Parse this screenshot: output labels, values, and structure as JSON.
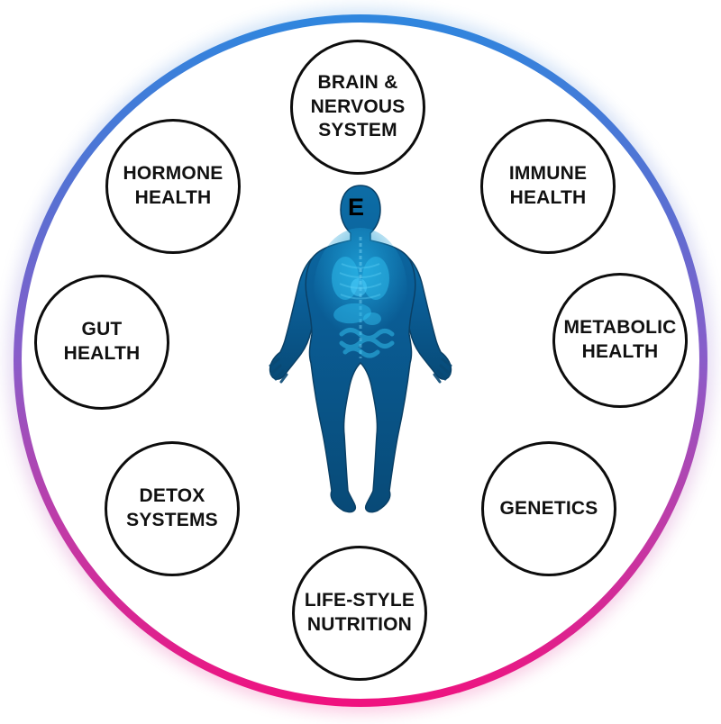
{
  "diagram": {
    "background_color": "#ffffff",
    "ring_colors": {
      "top": "#2E86DE",
      "middle": "#8A5CC9",
      "bottom": "#F0117E"
    },
    "node_style": {
      "border_color": "#0d0d0d",
      "fill": "#ffffff",
      "text_color": "#111111"
    },
    "center_figure": {
      "description": "human-body-xray",
      "overlay_letter": "E",
      "body_color": "#0A5A8C",
      "organ_color": "#2FC0F0"
    },
    "nodes": [
      {
        "id": "brain-nervous-system",
        "label": "BRAIN &\nNERVOUS\nSYSTEM"
      },
      {
        "id": "hormone-health",
        "label": "HORMONE\nHEALTH"
      },
      {
        "id": "immune-health",
        "label": "IMMUNE\nHEALTH"
      },
      {
        "id": "gut-health",
        "label": "GUT\nHEALTH"
      },
      {
        "id": "metabolic-health",
        "label": "METABOLIC\nHEALTH"
      },
      {
        "id": "detox-systems",
        "label": "DETOX\nSYSTEMS"
      },
      {
        "id": "genetics",
        "label": "GENETICS"
      },
      {
        "id": "life-style-nutrition",
        "label": "LIFE-STYLE\nNUTRITION"
      }
    ]
  }
}
